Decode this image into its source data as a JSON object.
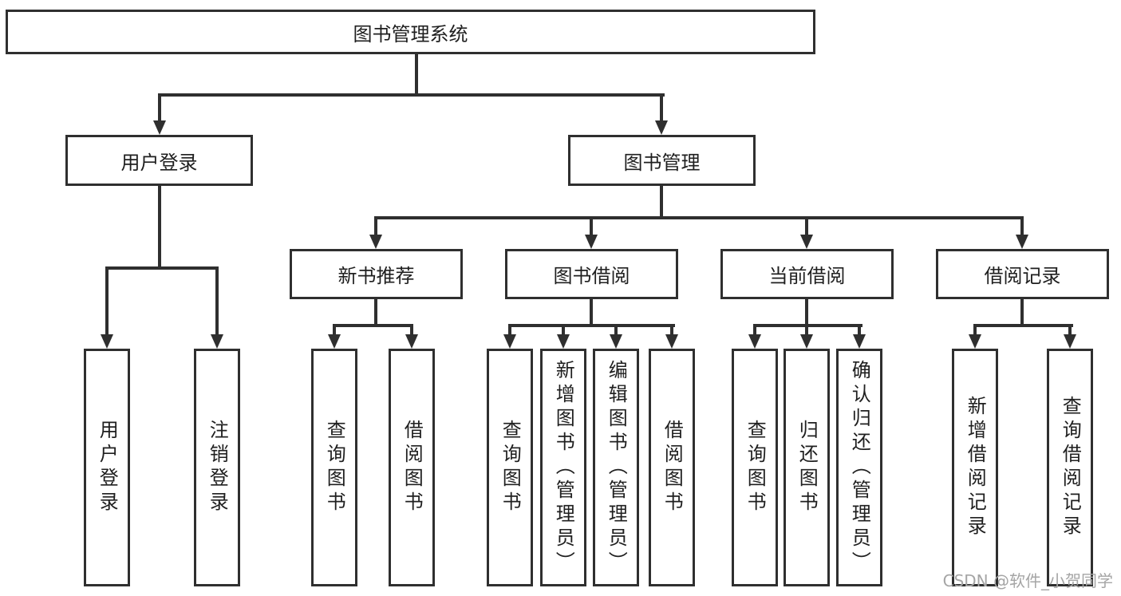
{
  "diagram": {
    "root": {
      "label": "图书管理系统"
    },
    "branches": [
      {
        "label": "用户登录",
        "children": [
          {
            "label": "用户登录"
          },
          {
            "label": "注销登录"
          }
        ]
      },
      {
        "label": "图书管理",
        "groups": [
          {
            "label": "新书推荐",
            "children": [
              {
                "label": "查询图书"
              },
              {
                "label": "借阅图书"
              }
            ]
          },
          {
            "label": "图书借阅",
            "children": [
              {
                "label": "查询图书"
              },
              {
                "label": "新增图书（管理员）"
              },
              {
                "label": "编辑图书（管理员）"
              },
              {
                "label": "借阅图书"
              }
            ]
          },
          {
            "label": "当前借阅",
            "children": [
              {
                "label": "查询图书"
              },
              {
                "label": "归还图书"
              },
              {
                "label": "确认归还（管理员）"
              }
            ]
          },
          {
            "label": "借阅记录",
            "children": [
              {
                "label": "新增借阅记录"
              },
              {
                "label": "查询借阅记录"
              }
            ]
          }
        ]
      }
    ]
  },
  "watermark": {
    "label": "CSDN @软件_小贺同学"
  },
  "colors": {
    "line": "#2f2f2f",
    "text": "#1f1f1f",
    "watermark": "#a5a5a5",
    "background": "#ffffff"
  }
}
